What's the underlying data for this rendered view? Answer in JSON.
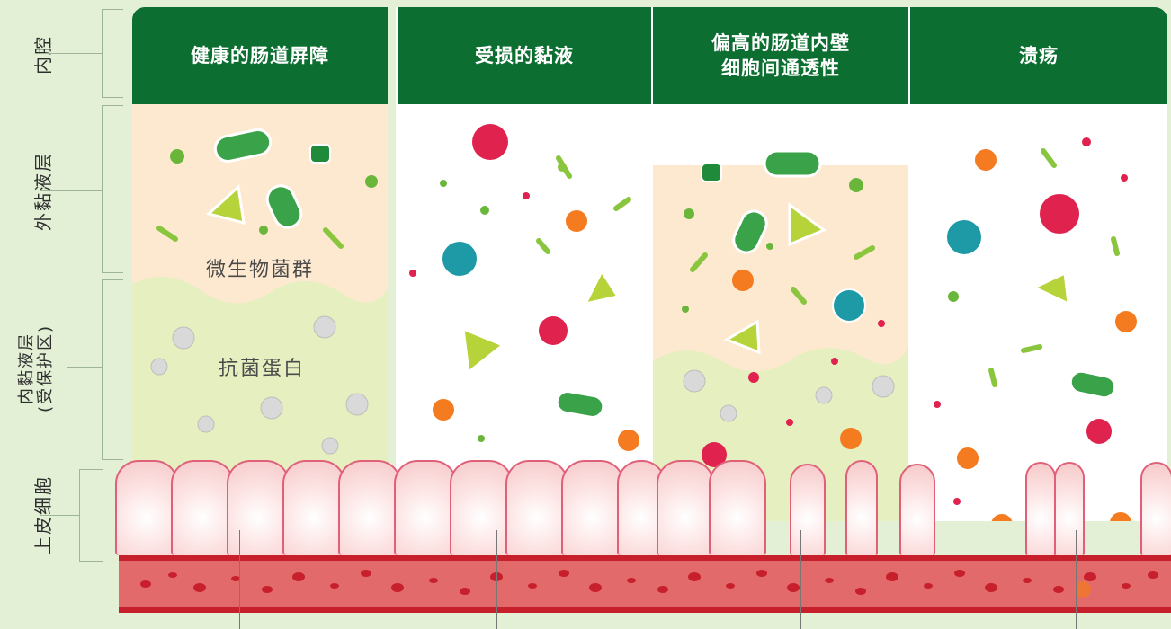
{
  "side_labels": {
    "lumen": "内腔",
    "outer_mucus": "外黏液层",
    "inner_mucus": "内黏液层\n(受保护区)",
    "epithelium": "上皮细胞"
  },
  "panels": [
    {
      "title": "健康的肠道屏障"
    },
    {
      "title": "受损的黏液"
    },
    {
      "title": "偏高的肠道内壁\n细胞间通透性"
    },
    {
      "title": "溃疡"
    }
  ],
  "inner_labels": {
    "microbiota": "微生物菌群",
    "antimicrobial": "抗菌蛋白"
  },
  "colors": {
    "header_green": "#0c6e30",
    "outer_mucus": "#fde9cf",
    "inner_mucus": "#e6efbf",
    "blood": "#e36a6a",
    "blood_border": "#c71f2b",
    "background": "#e3f0d6"
  }
}
